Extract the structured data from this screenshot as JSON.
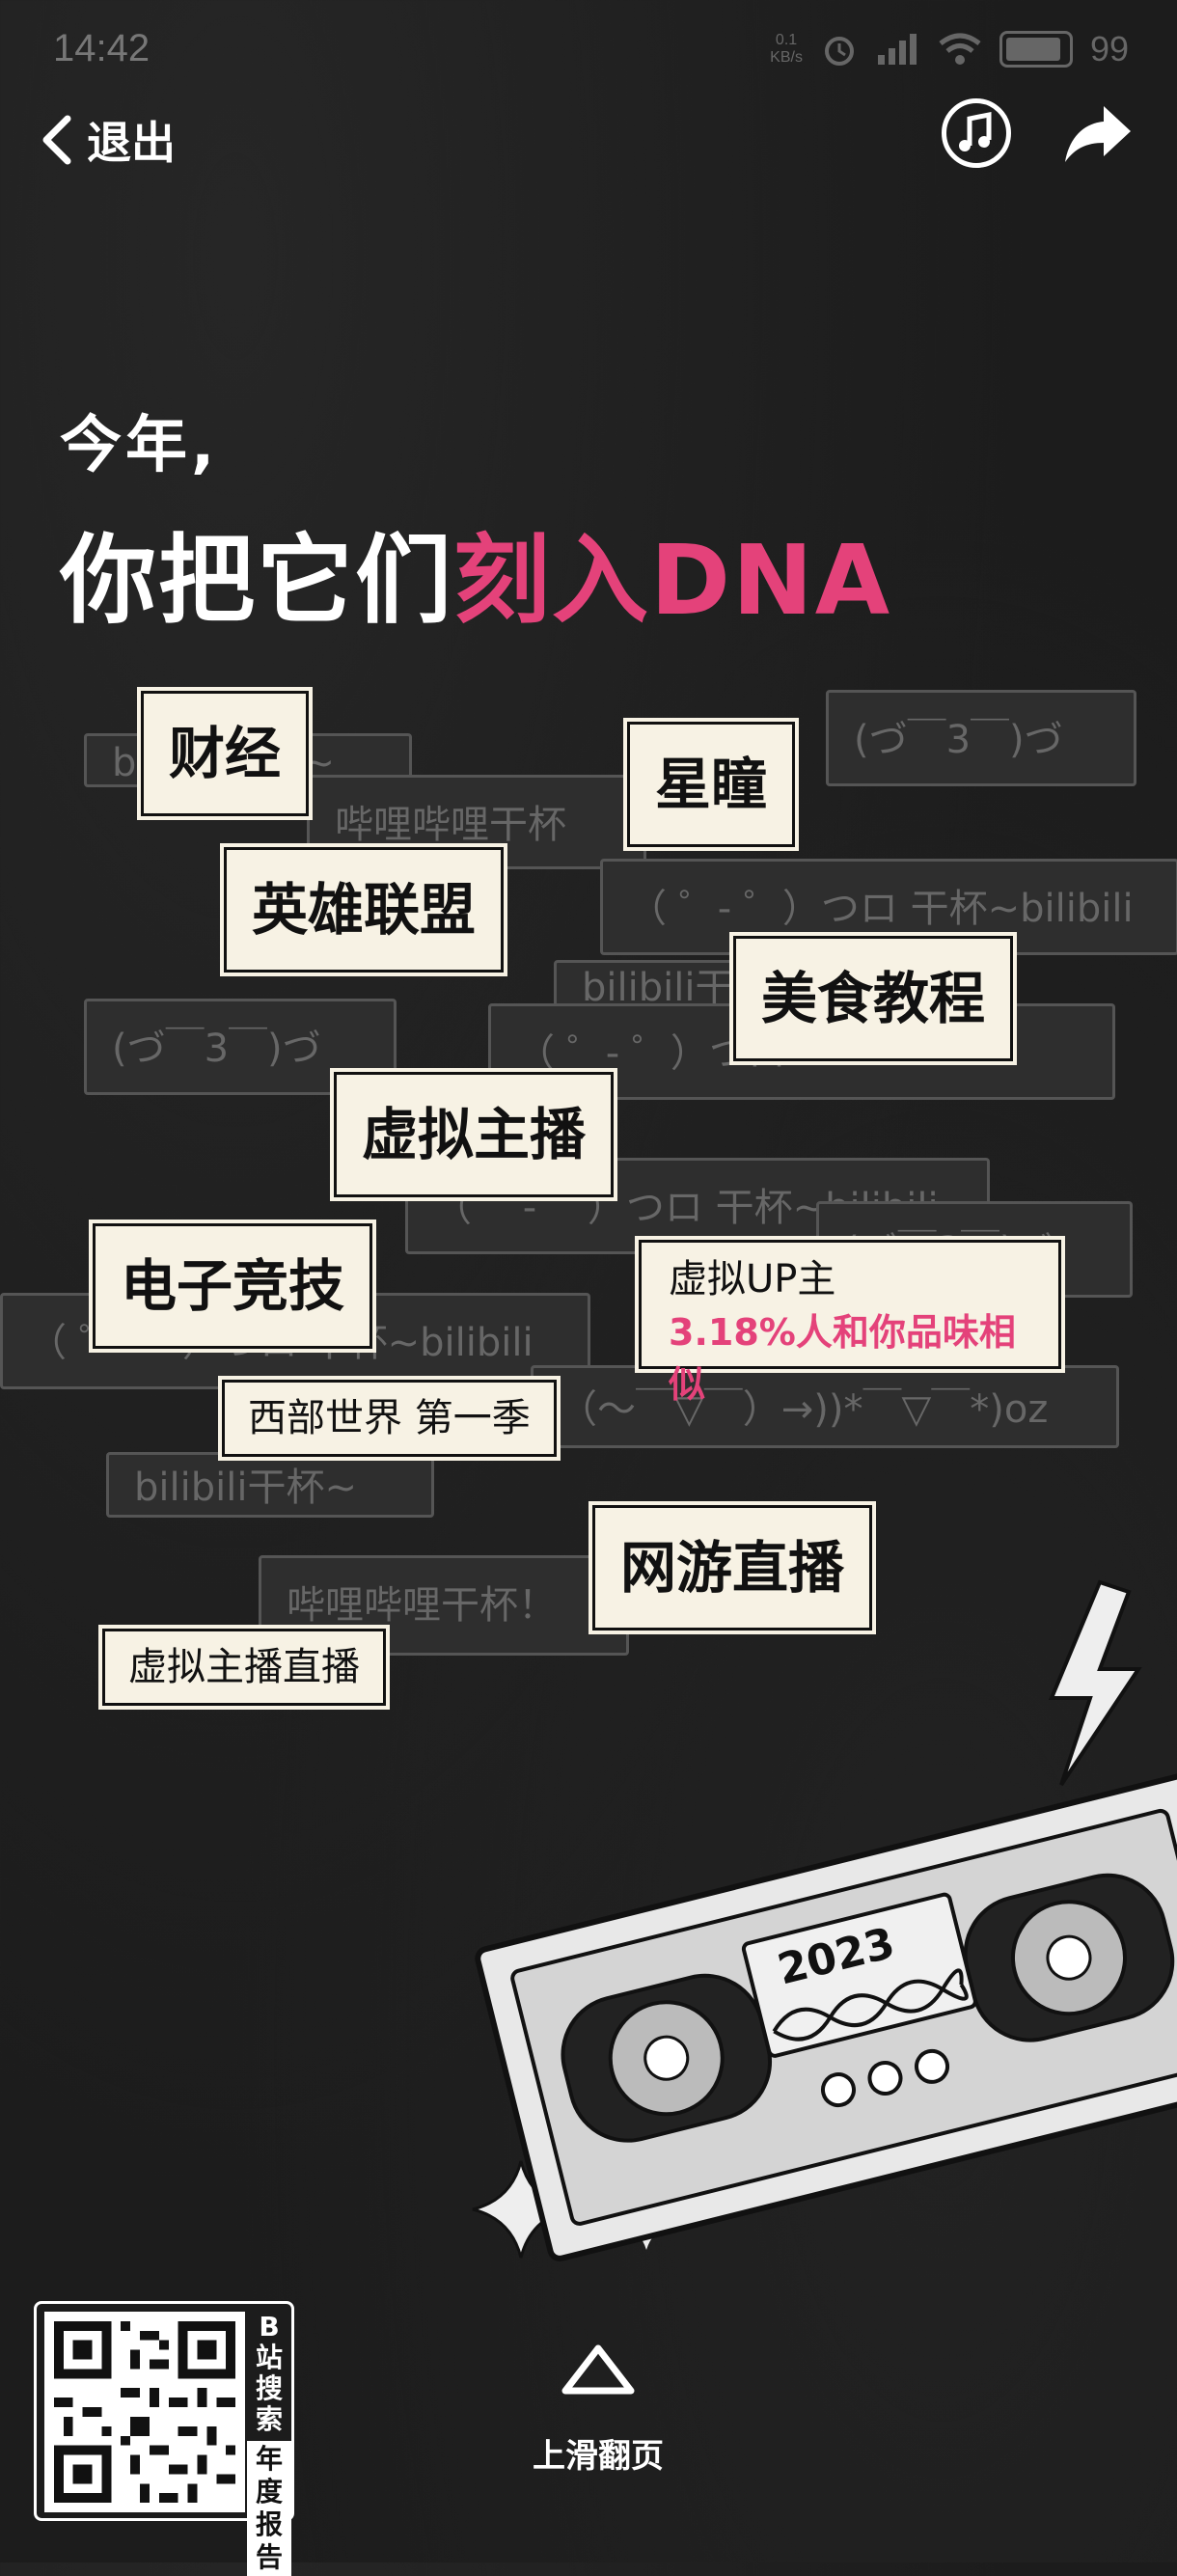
{
  "status_bar": {
    "time": "14:42",
    "speed_top": "0.1",
    "speed_unit": "KB/s",
    "battery": "99"
  },
  "nav": {
    "back_label": "退出"
  },
  "headline": {
    "line1": "今年,",
    "line2_white": "你把它们",
    "line2_pink": "刻入DNA"
  },
  "danmaku": [
    "bilibili干杯~",
    "(づ￣3￣)づ",
    "哔哩哔哩干杯",
    "（ ゜- ゜）つロ 干杯~bilibili",
    "bilibili干杯~",
    "(づ￣3￣)づ",
    "（ ゜- ゜）つロ",
    "（ ゜- ゜）つロ 干杯~bilibili",
    "(づ￣3￣)づ",
    "（ ゜- ゜）つロ 干杯~bilibili",
    "（～￣▽￣）→))*￣▽￣*)oz",
    "bilibili干杯~",
    "哔哩哔哩干杯！"
  ],
  "tags": {
    "t1": "财经",
    "t2": "星瞳",
    "t3": "英雄联盟",
    "t4": "美食教程",
    "t5": "虚拟主播",
    "t6": "电子竞技",
    "t7": "西部世界 第一季",
    "t8": "网游直播",
    "t9": "虚拟主播直播"
  },
  "up_card": {
    "title": "虚拟UP主",
    "subtitle": "3.18%人和你品味相似"
  },
  "cassette": {
    "year": "2023"
  },
  "footer": {
    "search_label": "B站搜索",
    "report_label": "年度报告",
    "swipe_label": "上滑翻页"
  },
  "colors": {
    "accent_pink": "#e4427a",
    "tag_bg": "#f7f2e4"
  }
}
